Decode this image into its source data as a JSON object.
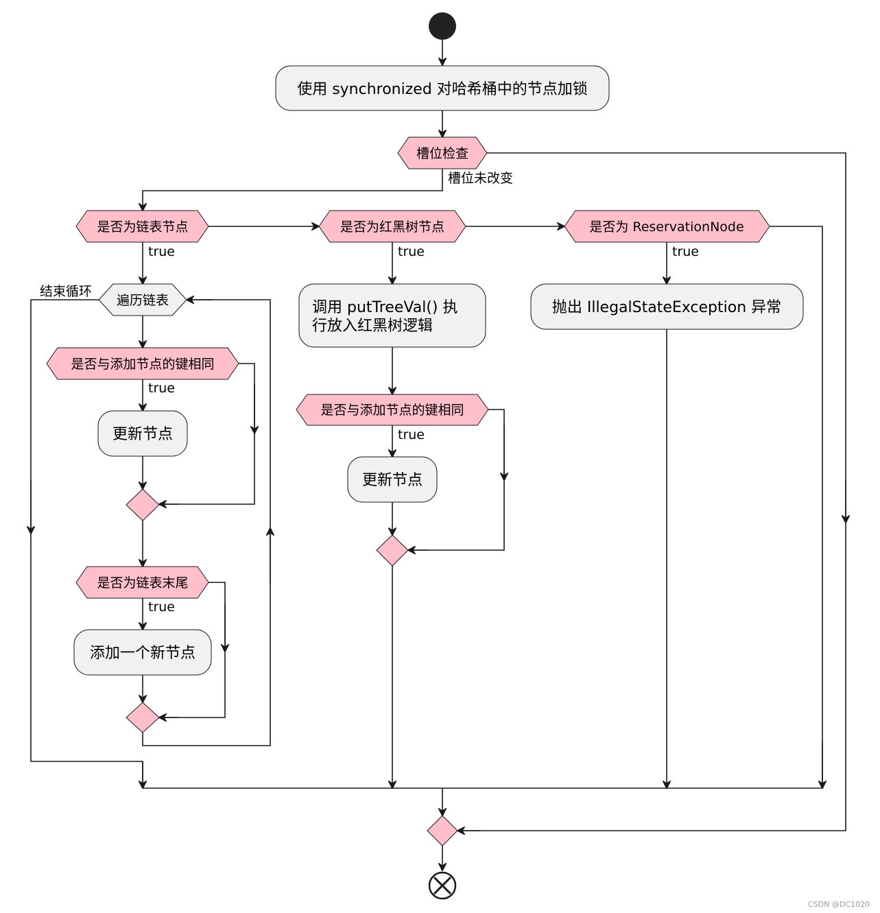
{
  "start_node": "start",
  "end_node": "end",
  "activities": {
    "lock": "使用 synchronized 对哈希桶中的节点加锁",
    "put_tree_val_line1": "调用 putTreeVal() 执",
    "put_tree_val_line2": "行放入红黑树逻辑",
    "throw": "抛出 IllegalStateException 异常",
    "update_node_left": "更新节点",
    "update_node_mid": "更新节点",
    "add_node": "添加一个新节点"
  },
  "decisions": {
    "slot_check": "槽位检查",
    "is_list": "是否为链表节点",
    "is_tree": "是否为红黑树节点",
    "is_reservation": "是否为 ReservationNode",
    "key_same_left": "是否与添加节点的键相同",
    "key_same_mid": "是否与添加节点的键相同",
    "is_tail": "是否为链表末尾"
  },
  "loop": {
    "label": "遍历链表",
    "exit_label": "结束循环"
  },
  "edge_labels": {
    "slot_unchanged": "槽位未改变",
    "true_list": "true",
    "true_tree": "true",
    "true_reservation": "true",
    "true_key_left": "true",
    "true_key_mid": "true",
    "true_tail": "true"
  },
  "watermark": "CSDN @DC1020",
  "colors": {
    "decision_fill": "#ffc0cb",
    "activity_fill": "#f1f1f1",
    "stroke": "#181818"
  }
}
